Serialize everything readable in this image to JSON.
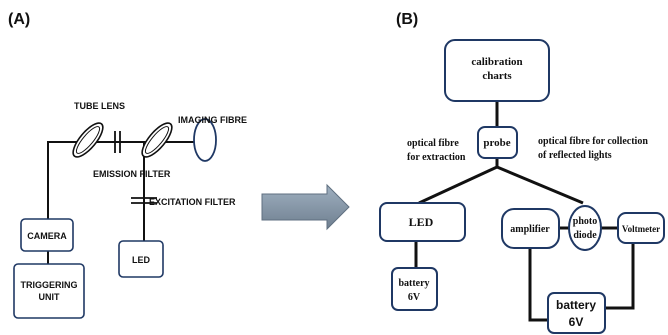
{
  "panel_a": {
    "label": "(A)",
    "tube_lens": "TUBE LENS",
    "imaging_fibre": "IMAGING FIBRE",
    "emission_filter": "EMISSION FILTER",
    "excitation_filter": "EXCITATION FILTER",
    "camera": "CAMERA",
    "led": "LED",
    "triggering_line1": "TRIGGERING",
    "triggering_line2": "UNIT"
  },
  "panel_b": {
    "label": "(B)",
    "calibration_line1": "calibration",
    "calibration_line2": "charts",
    "probe": "probe",
    "extraction_line1": "optical fibre",
    "extraction_line2": "for extraction",
    "collection_line1": "optical fibre for collection",
    "collection_line2": "of reflected lights",
    "led": "LED",
    "battery_small_line1": "battery",
    "battery_small_line2": "6V",
    "amplifier": "amplifier",
    "photodiode_line1": "photo",
    "photodiode_line2": "diode",
    "voltmeter": "Voltmeter",
    "battery_big_line1": "battery",
    "battery_big_line2": "6V"
  },
  "colors": {
    "box_stroke": "#1f3864",
    "line": "#000000",
    "arrow": "#7f8fa0"
  }
}
